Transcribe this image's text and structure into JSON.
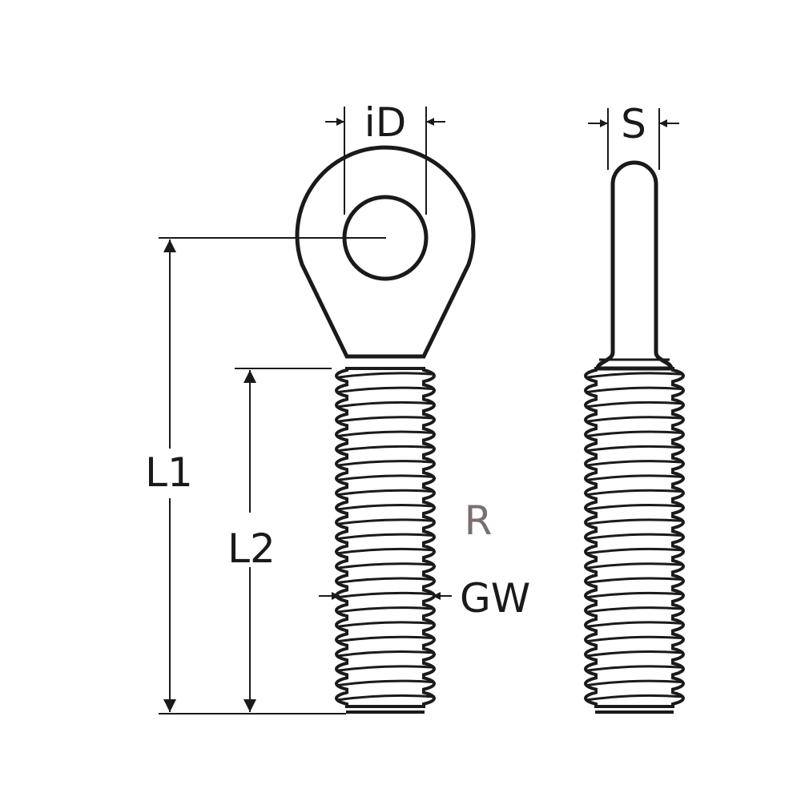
{
  "labels": {
    "inner_diameter": "iD",
    "thickness": "S",
    "length_total": "L1",
    "length_thread": "L2",
    "thread_direction": "R",
    "thread_size": "GW"
  },
  "colors": {
    "line": "#1a1a1a",
    "accent": "#7a6e6e",
    "background": "#ffffff"
  }
}
